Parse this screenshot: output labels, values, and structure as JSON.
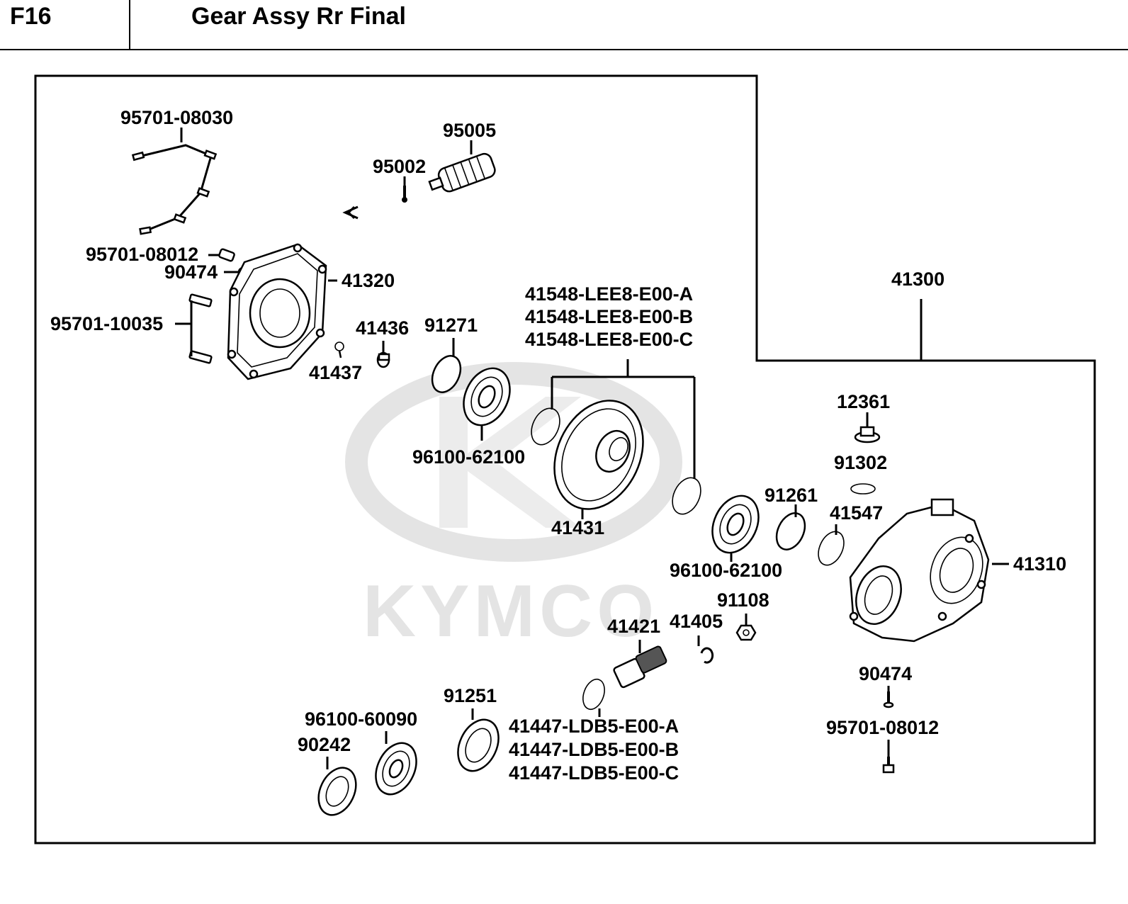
{
  "header": {
    "section_code": "F16",
    "title": "Gear Assy Rr Final"
  },
  "watermark": {
    "brand": "KYMCO",
    "color": "#e4e4e4"
  },
  "parts": {
    "p95701_08030": "95701-08030",
    "p95005": "95005",
    "p95002": "95002",
    "p95701_08012_top": "95701-08012",
    "p90474_top": "90474",
    "p41320": "41320",
    "p95701_10035": "95701-10035",
    "p41436": "41436",
    "p41437": "41437",
    "p91271": "91271",
    "p96100_62100_left": "96100-62100",
    "p41548_a": "41548-LEE8-E00-A",
    "p41548_b": "41548-LEE8-E00-B",
    "p41548_c": "41548-LEE8-E00-C",
    "p41431": "41431",
    "p41300": "41300",
    "p12361": "12361",
    "p91302": "91302",
    "p91261": "91261",
    "p41547": "41547",
    "p96100_62100_right": "96100-62100",
    "p41310": "41310",
    "p91108": "91108",
    "p41405": "41405",
    "p41421": "41421",
    "p91251": "91251",
    "p41447_a": "41447-LDB5-E00-A",
    "p41447_b": "41447-LDB5-E00-B",
    "p41447_c": "41447-LDB5-E00-C",
    "p96100_60090": "96100-60090",
    "p90242": "90242",
    "p90474_bottom": "90474",
    "p95701_08012_bottom": "95701-08012"
  },
  "icons": {
    "bolt": "bolt-icon",
    "bearing": "bearing-icon",
    "oil_seal": "oil-seal-icon",
    "o_ring": "o-ring-icon",
    "nut": "nut-icon"
  }
}
